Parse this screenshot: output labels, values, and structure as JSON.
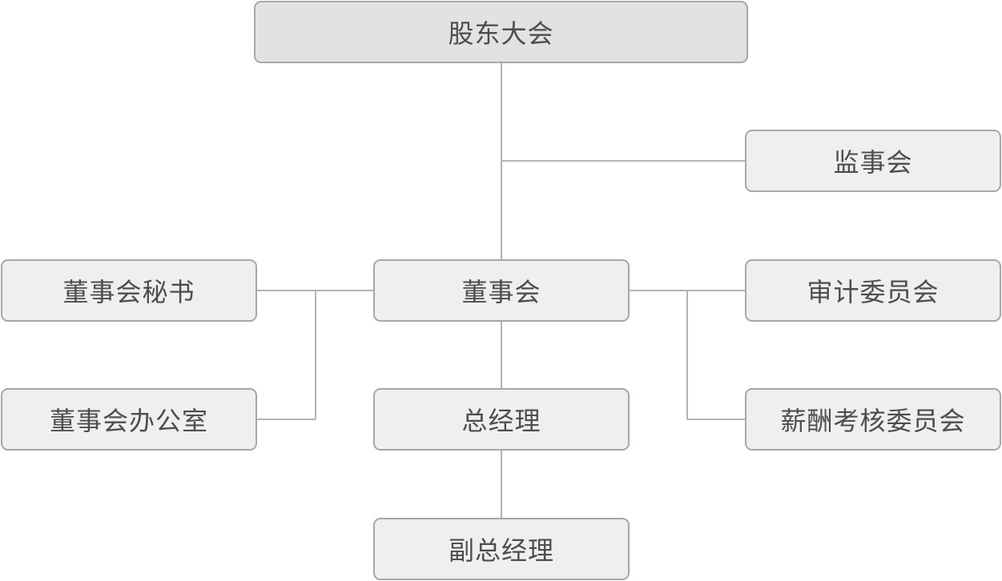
{
  "diagram": {
    "nodes": {
      "shareholders_meeting": "股东大会",
      "supervisory_board": "监事会",
      "board_secretary": "董事会秘书",
      "board_of_directors": "董事会",
      "audit_committee": "审计委员会",
      "board_office": "董事会办公室",
      "general_manager": "总经理",
      "compensation_committee": "薪酬考核委员会",
      "deputy_general_manager": "副总经理"
    }
  }
}
